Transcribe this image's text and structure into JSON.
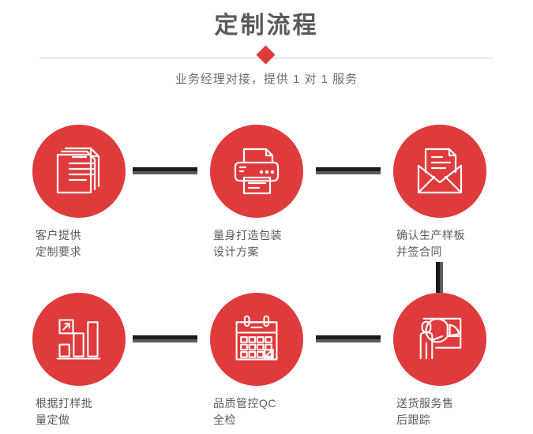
{
  "header": {
    "title": "定制流程",
    "subtitle": "业务经理对接，提供 1 对 1 服务",
    "accent_color": "#df3a3c",
    "title_color": "#5a5a5a",
    "divider_color": "#cfcfcf"
  },
  "flow": {
    "label_color": "#5b5b5b",
    "circle_color": "#df3a3c",
    "connector_colors": [
      "#1a1a1a",
      "#5c5c5c"
    ],
    "steps": [
      {
        "index": "1",
        "icon": "documents-stack-icon",
        "label": "客户提供\n定制要求"
      },
      {
        "index": "2",
        "icon": "printer-icon",
        "label": "量身打造包装\n设计方案"
      },
      {
        "index": "3",
        "icon": "envelope-letter-icon",
        "label": "确认生产样板\n并签合同"
      },
      {
        "index": "4",
        "icon": "bar-chart-growth-icon",
        "label": "根据打样批\n量定做"
      },
      {
        "index": "5",
        "icon": "calendar-icon",
        "label": "品质管控QC\n全检"
      },
      {
        "index": "6",
        "icon": "presenter-chart-icon",
        "label": "送货服务售\n后跟踪"
      }
    ]
  }
}
